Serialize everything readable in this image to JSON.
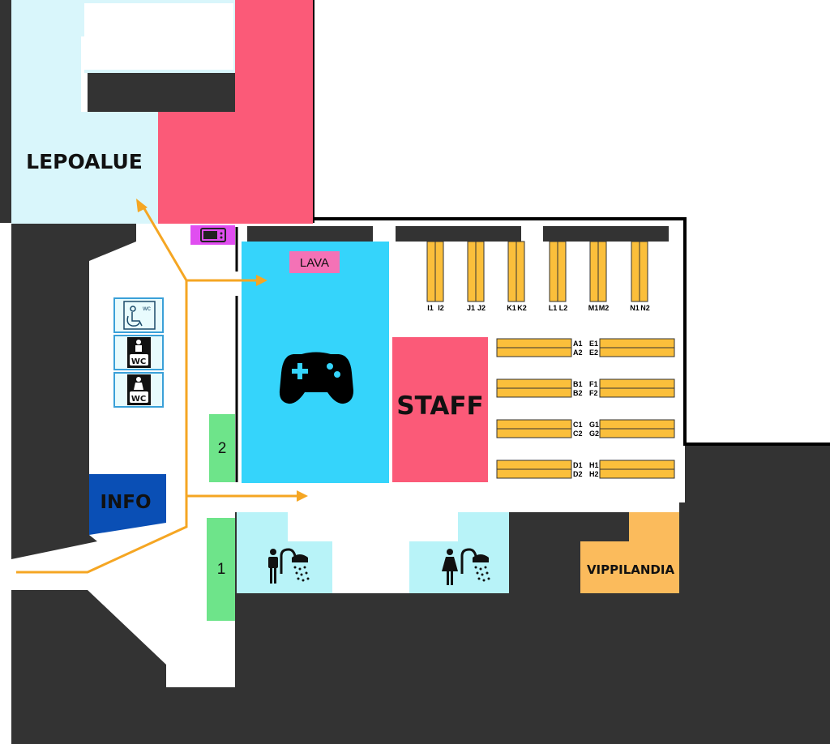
{
  "colors": {
    "wall": "#333333",
    "rest_area": "#d9f6fb",
    "staff": "#fb5a78",
    "stage": "#f472b6",
    "game_area": "#35d4fb",
    "table": "#fbbf3b",
    "info": "#0a4fb5",
    "exit": "#6ee48a",
    "shower": "#b8f3f8",
    "vip": "#fbbb5c",
    "microwave": "#e04ef0",
    "arrow": "#f5a623"
  },
  "labels": {
    "rest_area": "LEPOALUE",
    "stage": "LAVA",
    "staff": "STAFF",
    "info": "INFO",
    "vip": "VIPPILANDIA",
    "door_1": "1",
    "door_2": "2"
  },
  "icons": {
    "game": "gamepad-icon",
    "microwave": "microwave-icon",
    "accessible_wc": "accessible-wc-icon",
    "wc_men": "men-wc-icon",
    "wc_women": "women-wc-icon",
    "shower_men": "men-shower-icon",
    "shower_women": "women-shower-icon"
  },
  "icon_text": {
    "wc": "WC",
    "wc_small": "wc"
  },
  "seats_vertical": [
    {
      "left": "I1",
      "right": "I2"
    },
    {
      "left": "J1",
      "right": "J2"
    },
    {
      "left": "K1",
      "right": "K2"
    },
    {
      "left": "L1",
      "right": "L2"
    },
    {
      "left": "M1",
      "right": "M2"
    },
    {
      "left": "N1",
      "right": "N2"
    }
  ],
  "seats_horizontal": [
    {
      "top": "A1",
      "bottom": "A2"
    },
    {
      "top": "B1",
      "bottom": "B2"
    },
    {
      "top": "C1",
      "bottom": "C2"
    },
    {
      "top": "D1",
      "bottom": "D2"
    },
    {
      "top": "E1",
      "bottom": "E2"
    },
    {
      "top": "F1",
      "bottom": "F2"
    },
    {
      "top": "G1",
      "bottom": "G2"
    },
    {
      "top": "H1",
      "bottom": "H2"
    }
  ]
}
